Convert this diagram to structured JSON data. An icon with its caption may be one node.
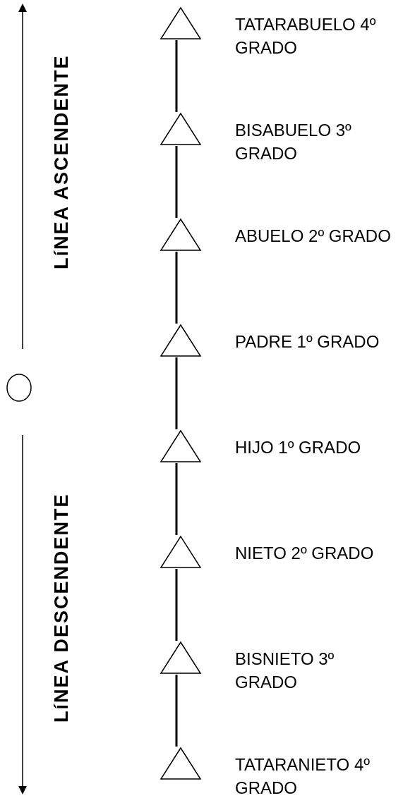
{
  "diagram": {
    "nodes": [
      {
        "text": [],
        "shape": "triangle",
        "beside": [
          "TATARABUELO 4º GRADO"
        ]
      },
      {
        "text": [],
        "shape": "triangle",
        "beside": [
          "BISABUELO 3º GRADO"
        ]
      },
      {
        "text": [],
        "shape": "triangle",
        "beside": [
          "ABUELO 2º GRADO"
        ]
      },
      {
        "text": [],
        "shape": "triangle",
        "beside": [
          "PADRE 1º GRADO"
        ]
      },
      {
        "text": [],
        "shape": "triangle",
        "beside": [
          "HIJO 1º GRADO"
        ]
      },
      {
        "text": [],
        "shape": "triangle",
        "beside": [
          "NIETO 2º GRADO"
        ]
      },
      {
        "text": [],
        "shape": "triangle",
        "beside": [
          "BISNIETO 3º GRADO"
        ]
      },
      {
        "text": [],
        "shape": "triangle",
        "beside": [
          "TATARANIETO 4º GRADO"
        ]
      },
      {
        "text": [],
        "shape": "circle"
      }
    ],
    "edges": [
      {
        "from": 0,
        "to": 1,
        "arrow": "none"
      },
      {
        "from": 1,
        "to": 2,
        "arrow": "none"
      },
      {
        "from": 2,
        "to": 3,
        "arrow": "none"
      },
      {
        "from": 3,
        "to": 4,
        "arrow": "none"
      },
      {
        "from": 4,
        "to": 5,
        "arrow": "none"
      },
      {
        "from": 5,
        "to": 6,
        "arrow": "none"
      },
      {
        "from": 6,
        "to": 7,
        "arrow": "none"
      }
    ],
    "labels": [
      "LíNEA ASCENDENTE",
      "LíNEA DESCENDENTE"
    ]
  }
}
